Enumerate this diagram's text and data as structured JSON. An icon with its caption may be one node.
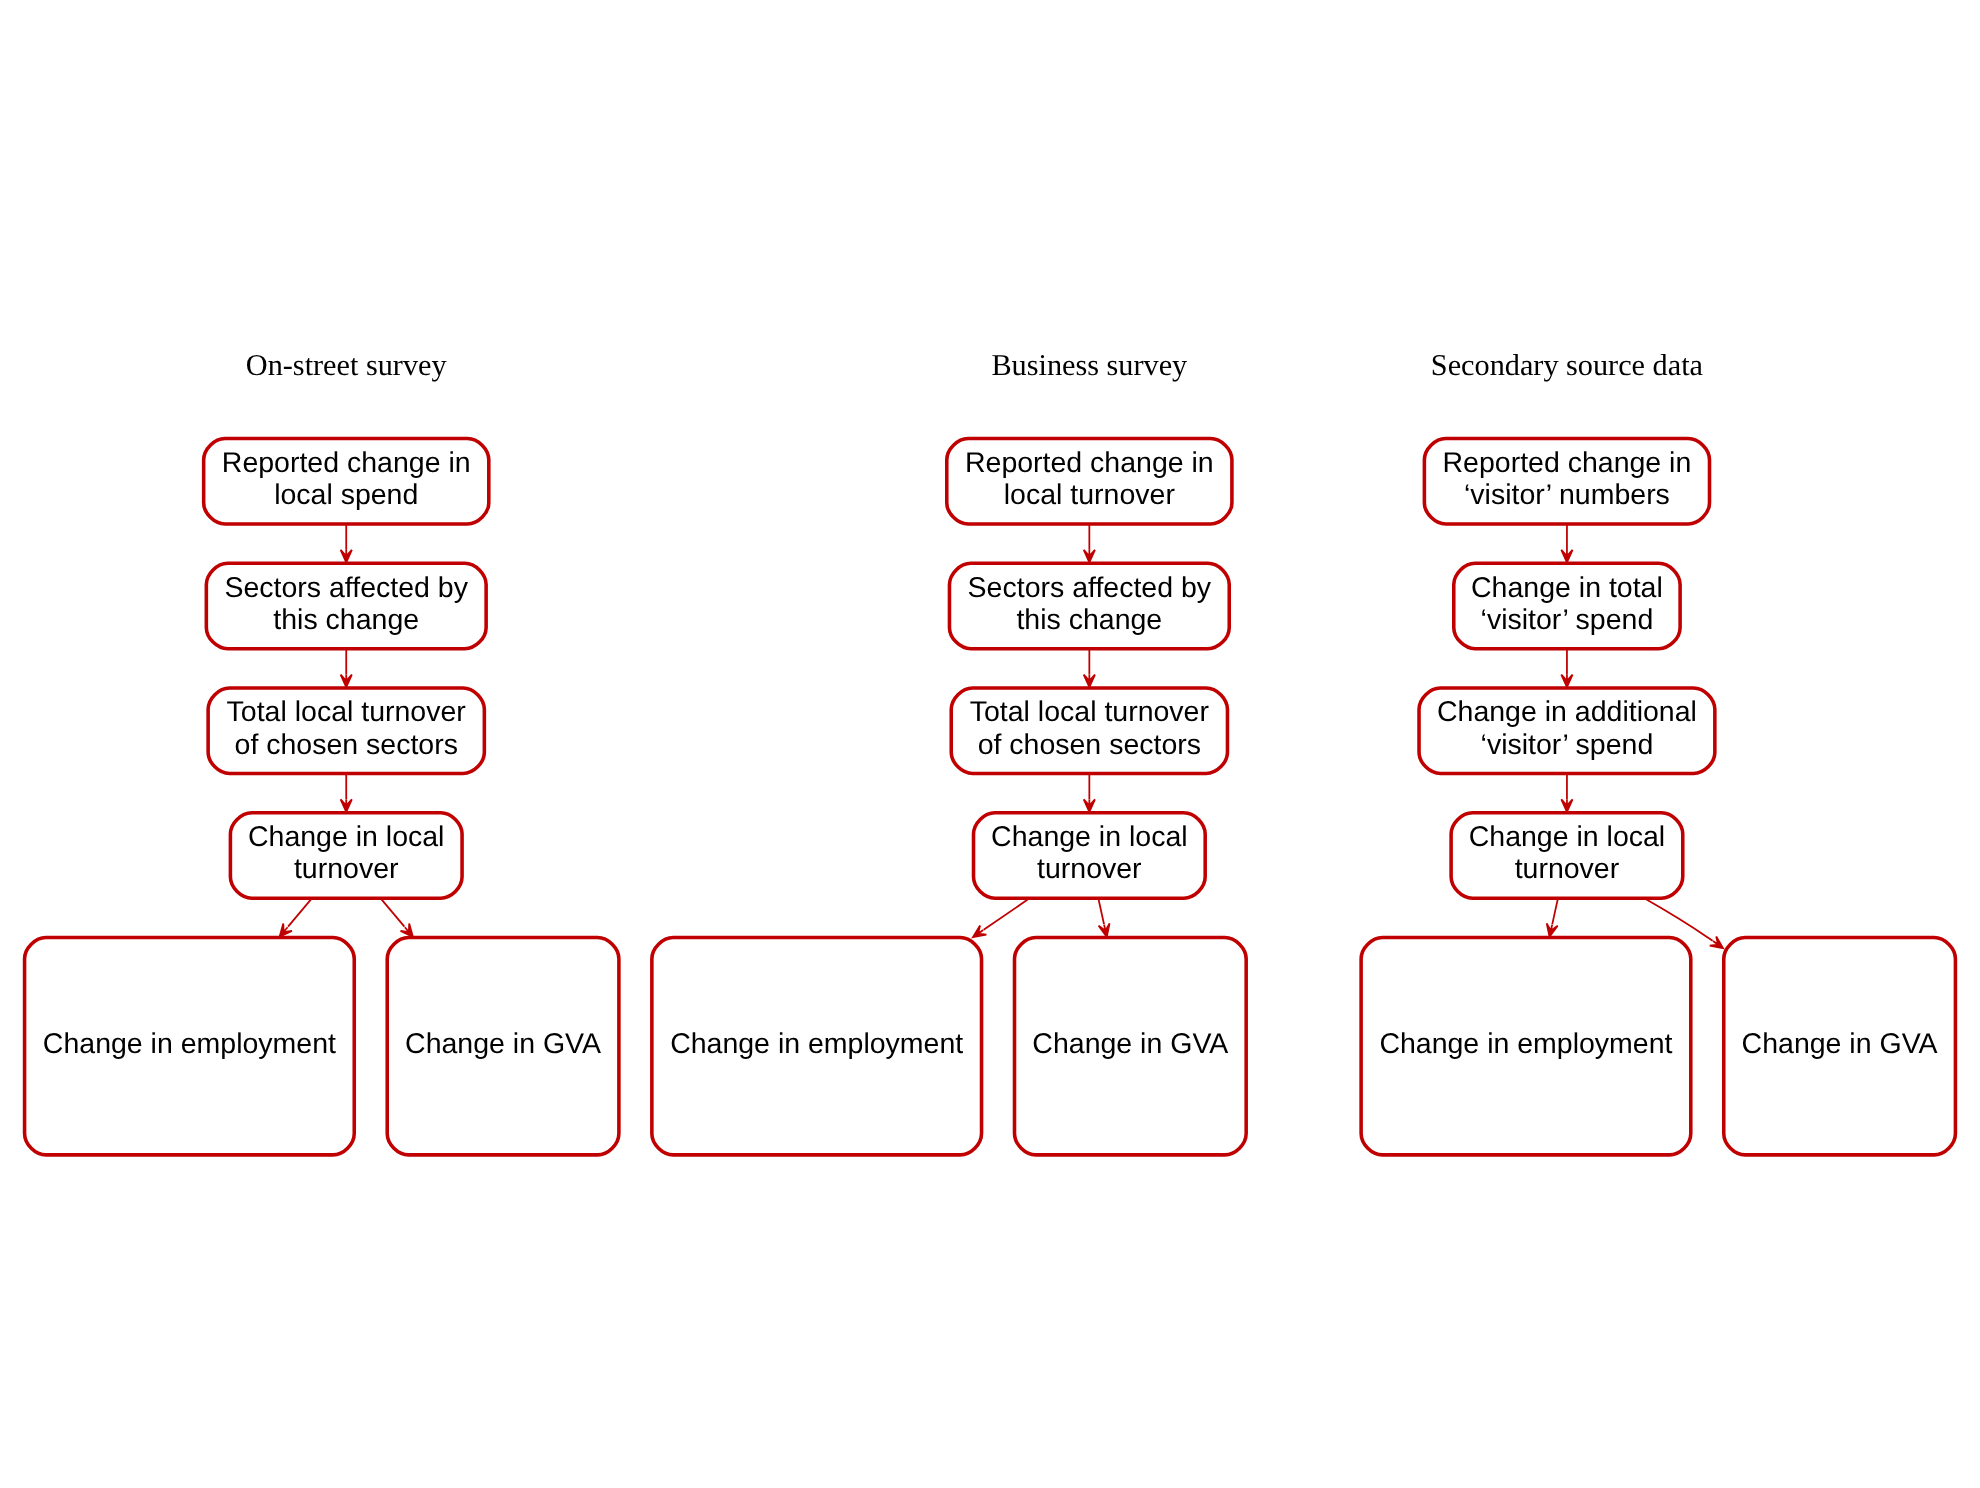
{
  "diagram": {
    "nodes": [
      {
        "text": [
          "Reported change in local spend"
        ]
      },
      {
        "text": [
          "Sectors affected by this change"
        ]
      },
      {
        "text": [
          "Total local turnover of chosen sectors"
        ]
      },
      {
        "text": [
          "Change in local turnover"
        ]
      },
      {
        "text": [
          "Change in employment"
        ]
      },
      {
        "text": [
          "Change in GVA"
        ]
      },
      {
        "text": [
          "Reported change in local turnover"
        ]
      },
      {
        "text": [
          "Sectors affected by this change"
        ]
      },
      {
        "text": [
          "Total local turnover of chosen sectors"
        ]
      },
      {
        "text": [
          "Change in local turnover"
        ]
      },
      {
        "text": [
          "Change in employment"
        ]
      },
      {
        "text": [
          "Change in GVA"
        ]
      },
      {
        "text": [
          "Reported change in ‘visitor’ numbers"
        ]
      },
      {
        "text": [
          "Change in total ‘visitor’ spend"
        ]
      },
      {
        "text": [
          "Change in additional ‘visitor’ spend"
        ]
      },
      {
        "text": [
          "Change in local turnover"
        ]
      },
      {
        "text": [
          "Change in employment"
        ]
      },
      {
        "text": [
          "Change in GVA"
        ]
      }
    ],
    "edges": [
      {
        "from": 0,
        "to": 1,
        "arrow": "to"
      },
      {
        "from": 1,
        "to": 2,
        "arrow": "to"
      },
      {
        "from": 2,
        "to": 3,
        "arrow": "to"
      },
      {
        "from": 3,
        "to": 4,
        "arrow": "to"
      },
      {
        "from": 3,
        "to": 5,
        "arrow": "to"
      },
      {
        "from": 6,
        "to": 7,
        "arrow": "to"
      },
      {
        "from": 7,
        "to": 8,
        "arrow": "to"
      },
      {
        "from": 8,
        "to": 9,
        "arrow": "to"
      },
      {
        "from": 9,
        "to": 10,
        "arrow": "to"
      },
      {
        "from": 9,
        "to": 11,
        "arrow": "to"
      },
      {
        "from": 12,
        "to": 13,
        "arrow": "to"
      },
      {
        "from": 13,
        "to": 14,
        "arrow": "to"
      },
      {
        "from": 14,
        "to": 15,
        "arrow": "to"
      },
      {
        "from": 15,
        "to": 16,
        "arrow": "to"
      },
      {
        "from": 15,
        "to": 17,
        "arrow": "to"
      }
    ],
    "labels": [
      "On-street survey",
      "Business survey",
      "Secondary source data"
    ]
  }
}
